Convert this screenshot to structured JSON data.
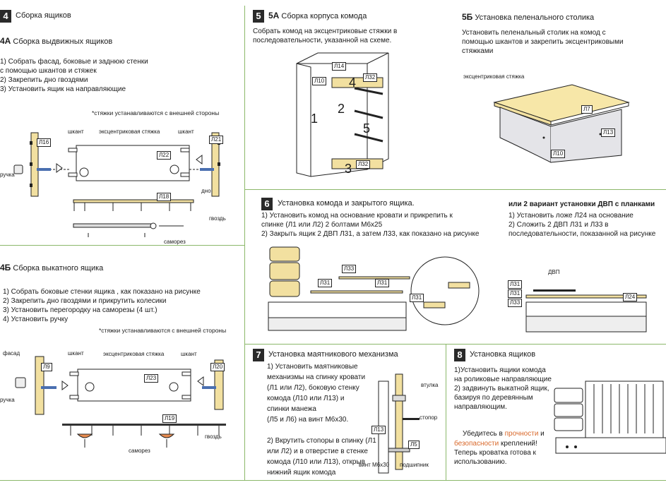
{
  "s4": {
    "num": "4",
    "title": "Сборка ящиков",
    "sub_a_num": "4А",
    "sub_a_title": "Сборка выдвижных ящиков",
    "steps_a": "1) Собрать фасад, боковые и заднюю стенки\nс помощью шкантов и стяжек\n2) Закрепить дно гвоздями\n3) Установить ящик на направляющие",
    "note_a": "*стяжки устанавливаются с внешней стороны",
    "lbl_shkant_l": "шкант",
    "lbl_tie": "эксцентриковая\nстяжка",
    "lbl_shkant_r": "шкант",
    "lbl_handle": "ручка",
    "lbl_bottom": "дно",
    "lbl_nail": "гвоздь",
    "lbl_screw": "саморез",
    "tags_a": [
      "Л16",
      "Л22",
      "Л21",
      "Л18"
    ],
    "sub_b_num": "4Б",
    "sub_b_title": "Сборка выкатного ящика",
    "steps_b": "1) Собрать боковые стенки ящика , как показано на рисунке\n2) Закрепить дно гвоздями и прикрутить колесики\n3) Установить перегородку на саморезы (4 шт.)\n4) Установить ручку",
    "note_b": "*стяжки устанавливаются с внешней стороны",
    "lbl_facade": "фасад",
    "lbl_shkant_l2": "шкант",
    "lbl_tie2": "эксцентриковая\nстяжка",
    "lbl_shkant_r2": "шкант",
    "lbl_handle2": "ручка",
    "lbl_nail2": "гвоздь",
    "lbl_screw2": "саморез",
    "tags_b": [
      "Л9",
      "Л23",
      "Л20",
      "Л19"
    ]
  },
  "s5": {
    "num": "5",
    "title_a": "5А",
    "title_a_text": "Сборка корпуса комода",
    "text_a": "Собрать комод на эксцентриковые  стяжки  в\nпоследовательности, указанной на схеме.",
    "tags": [
      "Л14",
      "Л32",
      "Л10",
      "Л32"
    ],
    "order": [
      "1",
      "2",
      "3",
      "4",
      "5"
    ],
    "title_b": "5Б",
    "title_b_text": "Установка пеленального столика",
    "text_b": "Установить пеленальный столик на  комод с\nпомощью шкантов и закрепить эксцентриковыми\nстяжками",
    "lbl_tie": "эксцентриковая\nстяжка",
    "tags_b": [
      "Л7",
      "Л13",
      "Л10"
    ]
  },
  "s6": {
    "num": "6",
    "title": "Установка комода и закрытого ящика.",
    "text": "1) Установить комод на основание кровати и прикрепить к\nспинке (Л1 или Л2) 2 болтами М6х25\n2) Закрыть ящик 2 ДВП Л31, а затем Л33, как показано на рисунке",
    "tags": [
      "Л33",
      "Л31",
      "Л31",
      "Л31"
    ],
    "alt_title": "или 2 вариант установки ДВП с планками",
    "alt_text": "1) Установить ложе Л24 на основание\n2) Сложить 2 ДВП Л31 и Л33 в\nпоследовательности, показанной на рисунке",
    "lbl_dvp": "ДВП",
    "alt_tags": [
      "Л31",
      "Л31",
      "Л33",
      "Л24"
    ]
  },
  "s7": {
    "num": "7",
    "title": "Установка маятникового механизма",
    "text": "1) Установить маятниковые\nмеханизмы на спинку кровати\n(Л1 или Л2), боковую стенку\nкомода (Л10 или Л13) и\nспинки манежа\n(Л5 и Л6) на винт М6х30.\n\n2) Вкрутить стопоры в спинку (Л1\nили Л2) и в отверстие в стенке\nкомода (Л10 или Л13), открыв\nнижний ящик комода",
    "lbl_bushing": "втулка",
    "lbl_stopper": "стопор",
    "lbl_screw": "винт М6х30",
    "lbl_bearing": "подшипник",
    "tags": [
      "Л13",
      "Л5"
    ]
  },
  "s8": {
    "num": "8",
    "title": "Установка ящиков",
    "text": "1)Установить ящики комода\nна роликовые направляющие\n2) задвинуть выкатной ящик,\nбазируя по деревянным\nнаправляющим.",
    "final_1": "Убедитесь в ",
    "final_strength": "прочности",
    "final_and": " и",
    "final_safety": "безопасности",
    "final_2": "  креплений!\nТеперь кроватка готова к\nиспользованию."
  }
}
